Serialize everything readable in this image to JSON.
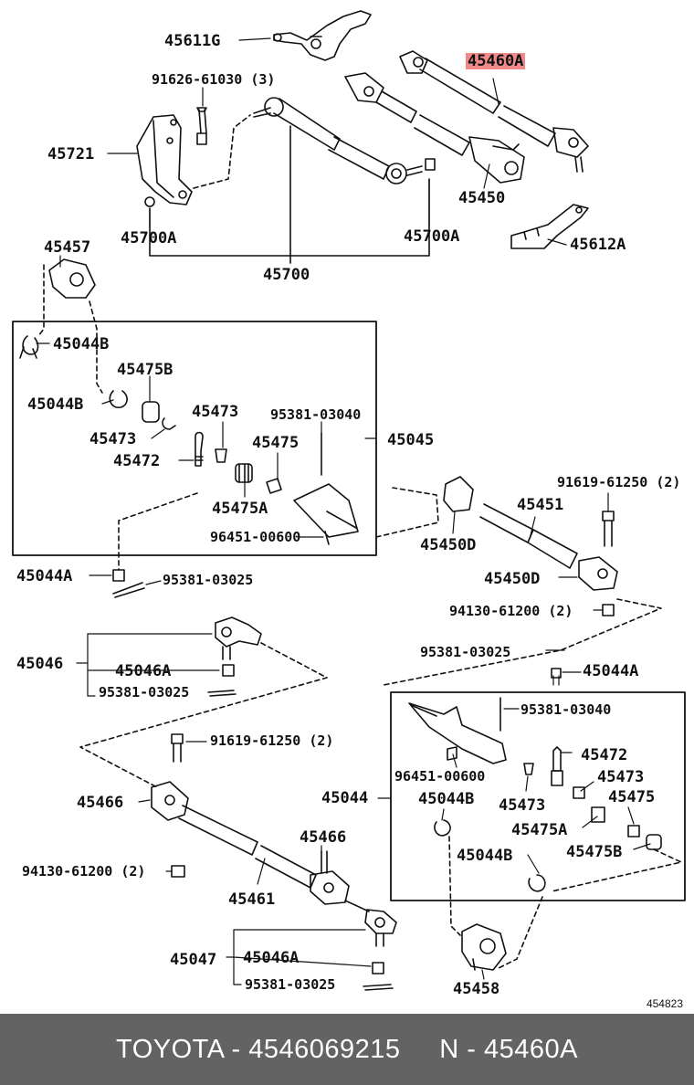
{
  "labels": {
    "p45611g": "45611G",
    "p91626": "91626-61030 (3)",
    "p45460a": "45460A",
    "p45721": "45721",
    "p45450": "45450",
    "p45700a_l": "45700A",
    "p45700a_r": "45700A",
    "p45612a": "45612A",
    "p45457": "45457",
    "p45700": "45700",
    "p45044b_1": "45044B",
    "p45475b_1": "45475B",
    "p45044b_2": "45044B",
    "p45473_1": "45473",
    "p95381_03040_1": "95381-03040",
    "p45473_2": "45473",
    "p45475_1": "45475",
    "p45045": "45045",
    "p45472_1": "45472",
    "p45475a_1": "45475A",
    "p91619_1": "91619-61250 (2)",
    "p45451": "45451",
    "p96451_1": "96451-00600",
    "p45450d_1": "45450D",
    "p45044a_1": "45044A",
    "p95381_03025_1": "95381-03025",
    "p45450d_2": "45450D",
    "p94130_1": "94130-61200 (2)",
    "p45046": "45046",
    "p45046a_1": "45046A",
    "p95381_03025_2": "95381-03025",
    "p95381_03025_3": "95381-03025",
    "p45044a_2": "45044A",
    "p95381_03040_2": "95381-03040",
    "p91619_2": "91619-61250 (2)",
    "p45472_2": "45472",
    "p96451_2": "96451-00600",
    "p45473_3": "45473",
    "p45466_1": "45466",
    "p45044": "45044",
    "p45473_4": "45473",
    "p45044b_3": "45044B",
    "p45475_2": "45475",
    "p45475a_2": "45475A",
    "p45466_2": "45466",
    "p45044b_4": "45044B",
    "p45475b_2": "45475B",
    "p94130_2": "94130-61200 (2)",
    "p45461": "45461",
    "p45047": "45047",
    "p45046a_2": "45046A",
    "p95381_03025_4": "95381-03025",
    "p45458": "45458"
  },
  "figure_number": "454823",
  "footer_text": "TOYOTA - 4546069215     N - 45460A",
  "colors": {
    "highlight": "#f08a8a",
    "footer_bg": "#636363",
    "ink": "#111111"
  }
}
